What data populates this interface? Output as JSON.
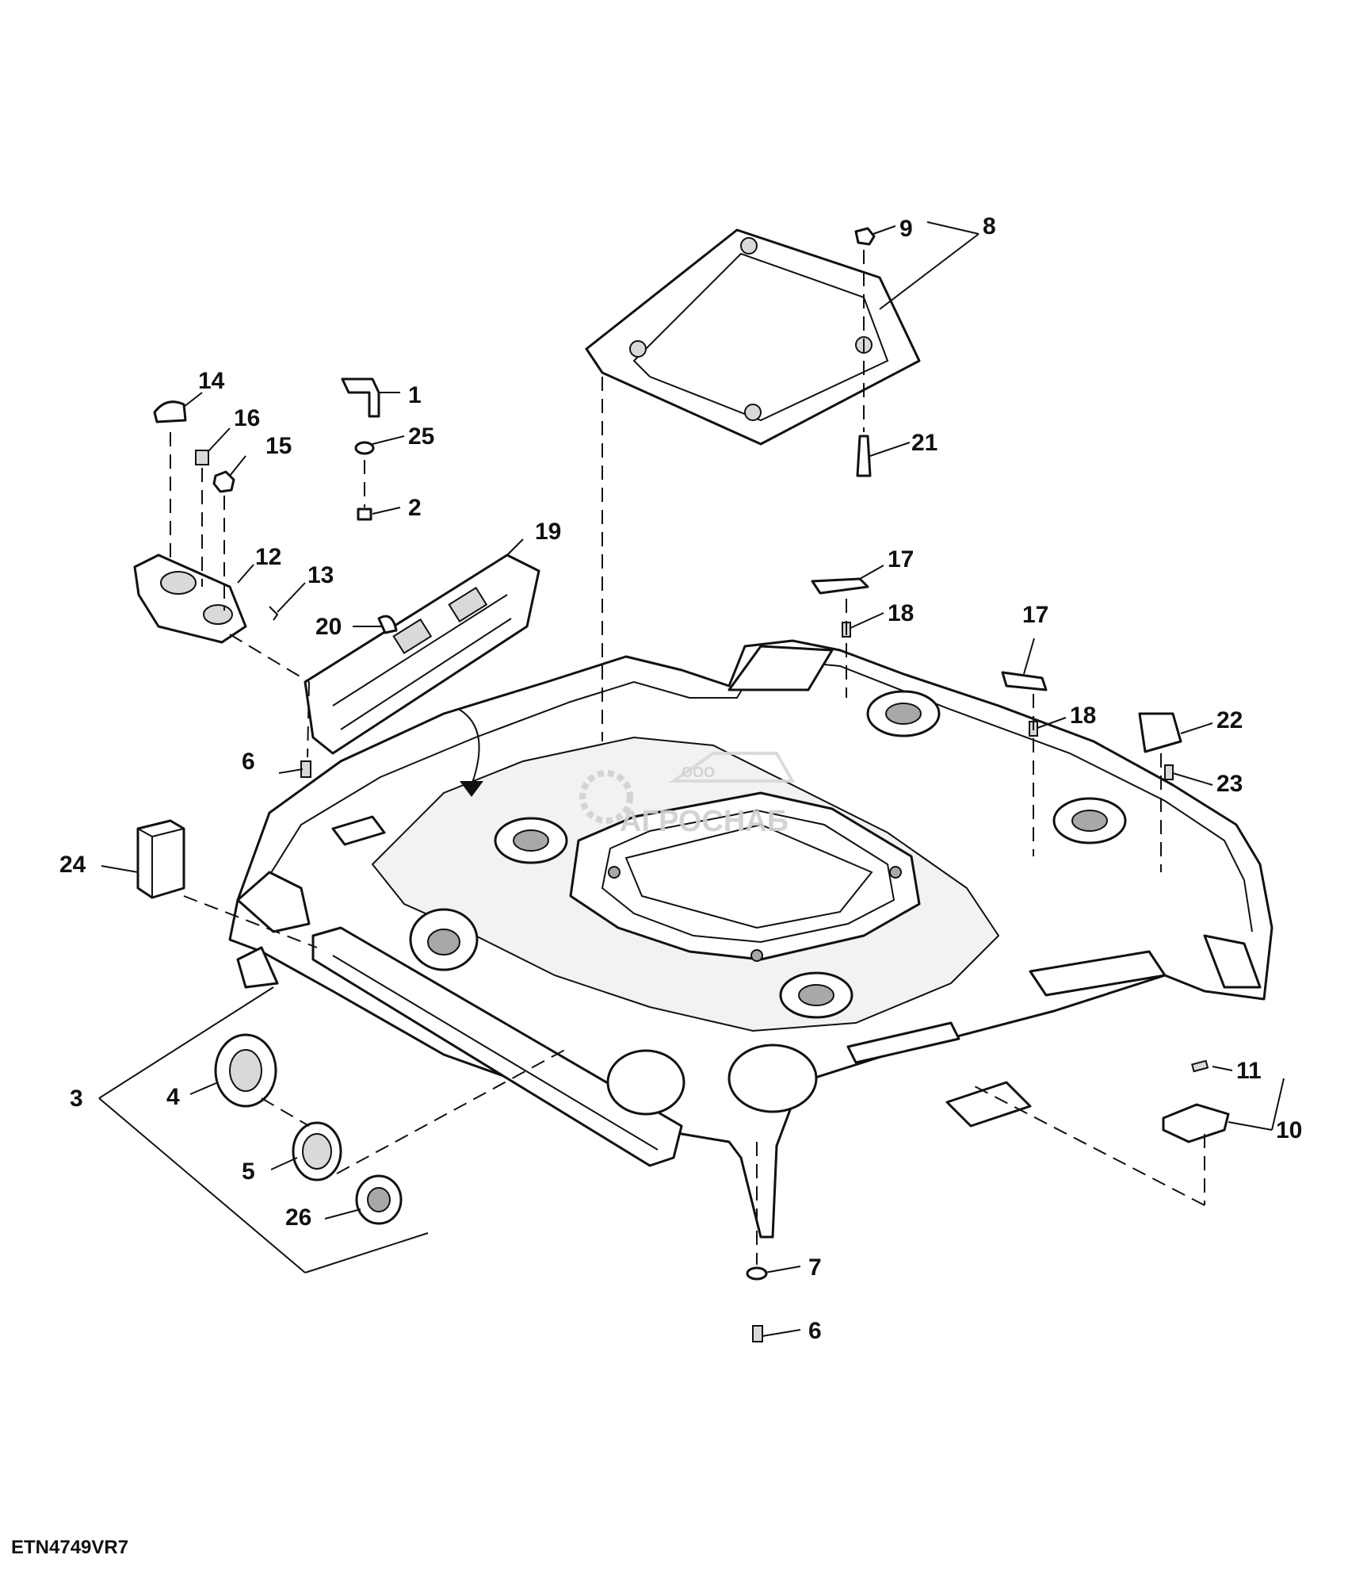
{
  "figure_code": "ETN4749VR7",
  "watermark": {
    "company_form": "ООО",
    "company_name": "АГРОСНАБ"
  },
  "callouts": [
    {
      "id": "1",
      "label": "1"
    },
    {
      "id": "2",
      "label": "2"
    },
    {
      "id": "3",
      "label": "3"
    },
    {
      "id": "4",
      "label": "4"
    },
    {
      "id": "5",
      "label": "5"
    },
    {
      "id": "6a",
      "label": "6"
    },
    {
      "id": "6b",
      "label": "6"
    },
    {
      "id": "7",
      "label": "7"
    },
    {
      "id": "8",
      "label": "8"
    },
    {
      "id": "9",
      "label": "9"
    },
    {
      "id": "10",
      "label": "10"
    },
    {
      "id": "11",
      "label": "11"
    },
    {
      "id": "12",
      "label": "12"
    },
    {
      "id": "13",
      "label": "13"
    },
    {
      "id": "14",
      "label": "14"
    },
    {
      "id": "15",
      "label": "15"
    },
    {
      "id": "16",
      "label": "16"
    },
    {
      "id": "17a",
      "label": "17"
    },
    {
      "id": "17b",
      "label": "17"
    },
    {
      "id": "18a",
      "label": "18"
    },
    {
      "id": "18b",
      "label": "18"
    },
    {
      "id": "19",
      "label": "19"
    },
    {
      "id": "20",
      "label": "20"
    },
    {
      "id": "21",
      "label": "21"
    },
    {
      "id": "22",
      "label": "22"
    },
    {
      "id": "23",
      "label": "23"
    },
    {
      "id": "24",
      "label": "24"
    },
    {
      "id": "25",
      "label": "25"
    },
    {
      "id": "26",
      "label": "26"
    }
  ]
}
